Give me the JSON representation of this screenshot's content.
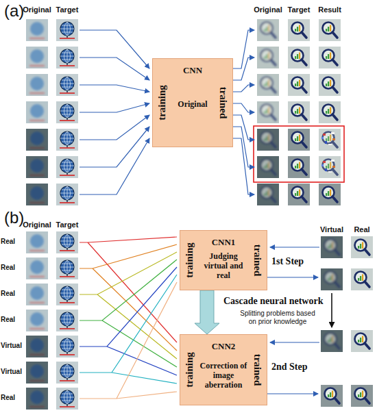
{
  "diagram": {
    "nodes": [
      {
        "text": [
          "CNN",
          "Original",
          "training",
          "trained"
        ]
      },
      {
        "text": [
          "CNN1",
          "Judging virtual and real",
          "training",
          "trained"
        ]
      },
      {
        "text": [
          "CNN2",
          "Correction of image aberration",
          "training",
          "trained"
        ]
      }
    ],
    "edges": [
      {
        "from": 1,
        "to": 2,
        "arrow": "to"
      }
    ],
    "labels": [
      "(a)",
      "Original",
      "Target",
      "Original",
      "Target",
      "Result",
      "(b)",
      "Original",
      "Target",
      "Real",
      "Real",
      "Real",
      "Real",
      "Virtual",
      "Virtual",
      "Real",
      "Virtual",
      "Real",
      "1st Step",
      "Cascade neural network",
      "Splitting problems based on prior knowledge",
      "2nd Step"
    ]
  }
}
